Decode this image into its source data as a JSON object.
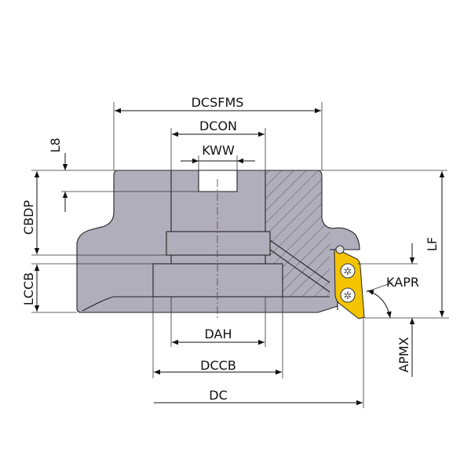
{
  "title": "Face milling cutter dimension drawing",
  "colors": {
    "body": "#b1aebc",
    "insert": "#f5c400",
    "line": "#111111"
  },
  "dimensions": {
    "dcsfms": "DCSFMS",
    "dcon": "DCON",
    "kww": "KWW",
    "l8": "L8",
    "cbdp": "CBDP",
    "lccb": "LCCB",
    "lf": "LF",
    "kapr": "KAPR",
    "apmx": "APMX",
    "dah": "DAH",
    "dccb": "DCCB",
    "dc": "DC"
  }
}
